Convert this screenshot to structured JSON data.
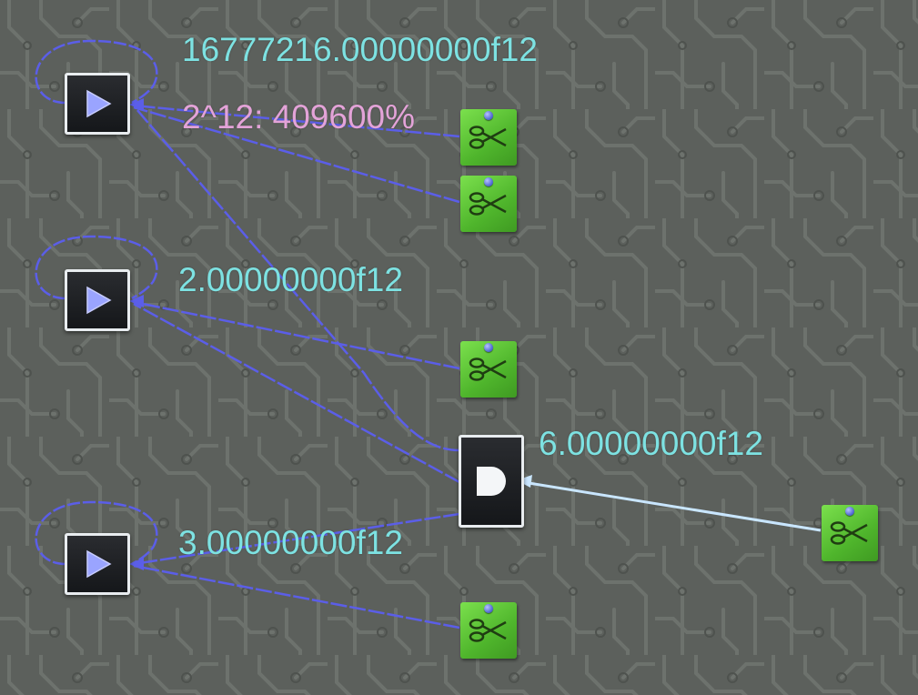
{
  "colors": {
    "background": "#5c605c",
    "label": "#7de2e2",
    "percent_label": "#e3a3d8",
    "wire": "#5b5ee8",
    "wire_highlight": "#c9e6ff",
    "note_green": "#5cc63a"
  },
  "labels": {
    "value_top": "16777216.00000000f12",
    "percent": "2^12: 409600%",
    "value_middle": "2.00000000f12",
    "value_gate": "6.00000000f12",
    "value_bottom": "3.00000000f12"
  },
  "icons": {
    "play": "play-icon",
    "and_gate": "and-gate-icon",
    "note": "scissors-note-icon"
  }
}
